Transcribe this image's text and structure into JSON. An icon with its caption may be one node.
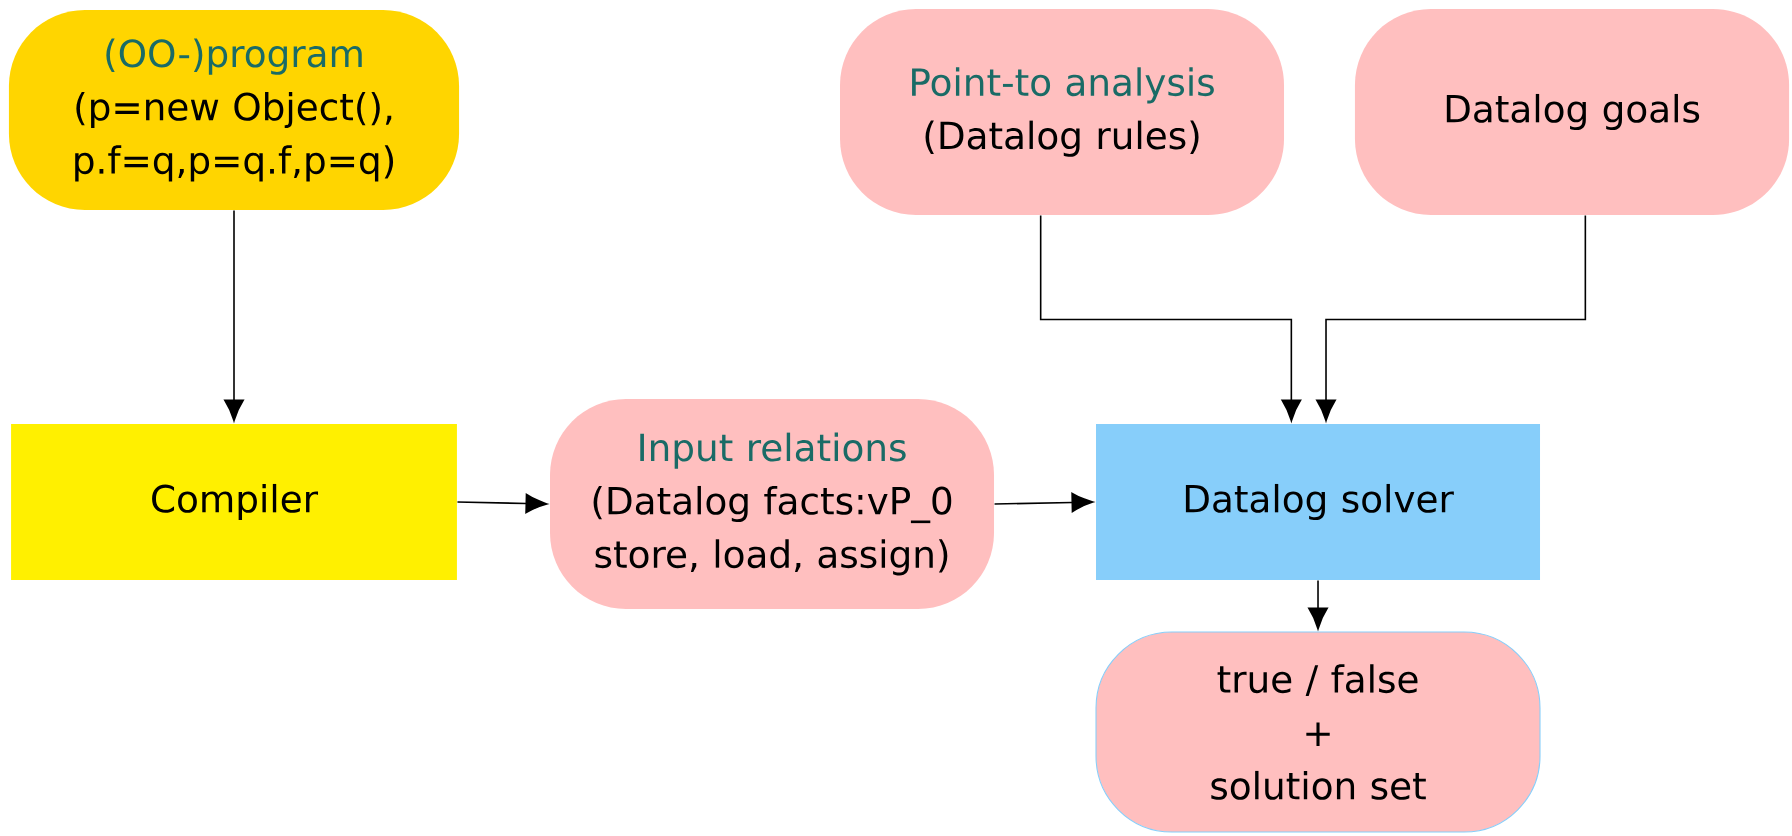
{
  "diagram": {
    "nodes": [
      {
        "text": [
          "(OO-)program",
          "(p=new Object(), p.f=q,p=q.f,p=q)"
        ]
      },
      {
        "text": [
          "Point-to analysis",
          "(Datalog rules)"
        ]
      },
      {
        "text": [
          "Datalog goals"
        ]
      },
      {
        "text": [
          "Compiler"
        ]
      },
      {
        "text": [
          "Input relations",
          "(Datalog facts:vP_0 store, load, assign)"
        ]
      },
      {
        "text": [
          "Datalog solver"
        ]
      },
      {
        "text": [
          "true / false",
          "+",
          "solution set"
        ]
      }
    ],
    "edges": [
      {
        "from": 0,
        "to": 3,
        "arrow": "to"
      },
      {
        "from": 3,
        "to": 4,
        "arrow": "to"
      },
      {
        "from": 4,
        "to": 5,
        "arrow": "to"
      },
      {
        "from": 1,
        "to": 5,
        "arrow": "to"
      },
      {
        "from": 2,
        "to": 5,
        "arrow": "to"
      },
      {
        "from": 5,
        "to": 6,
        "arrow": "to"
      }
    ]
  }
}
